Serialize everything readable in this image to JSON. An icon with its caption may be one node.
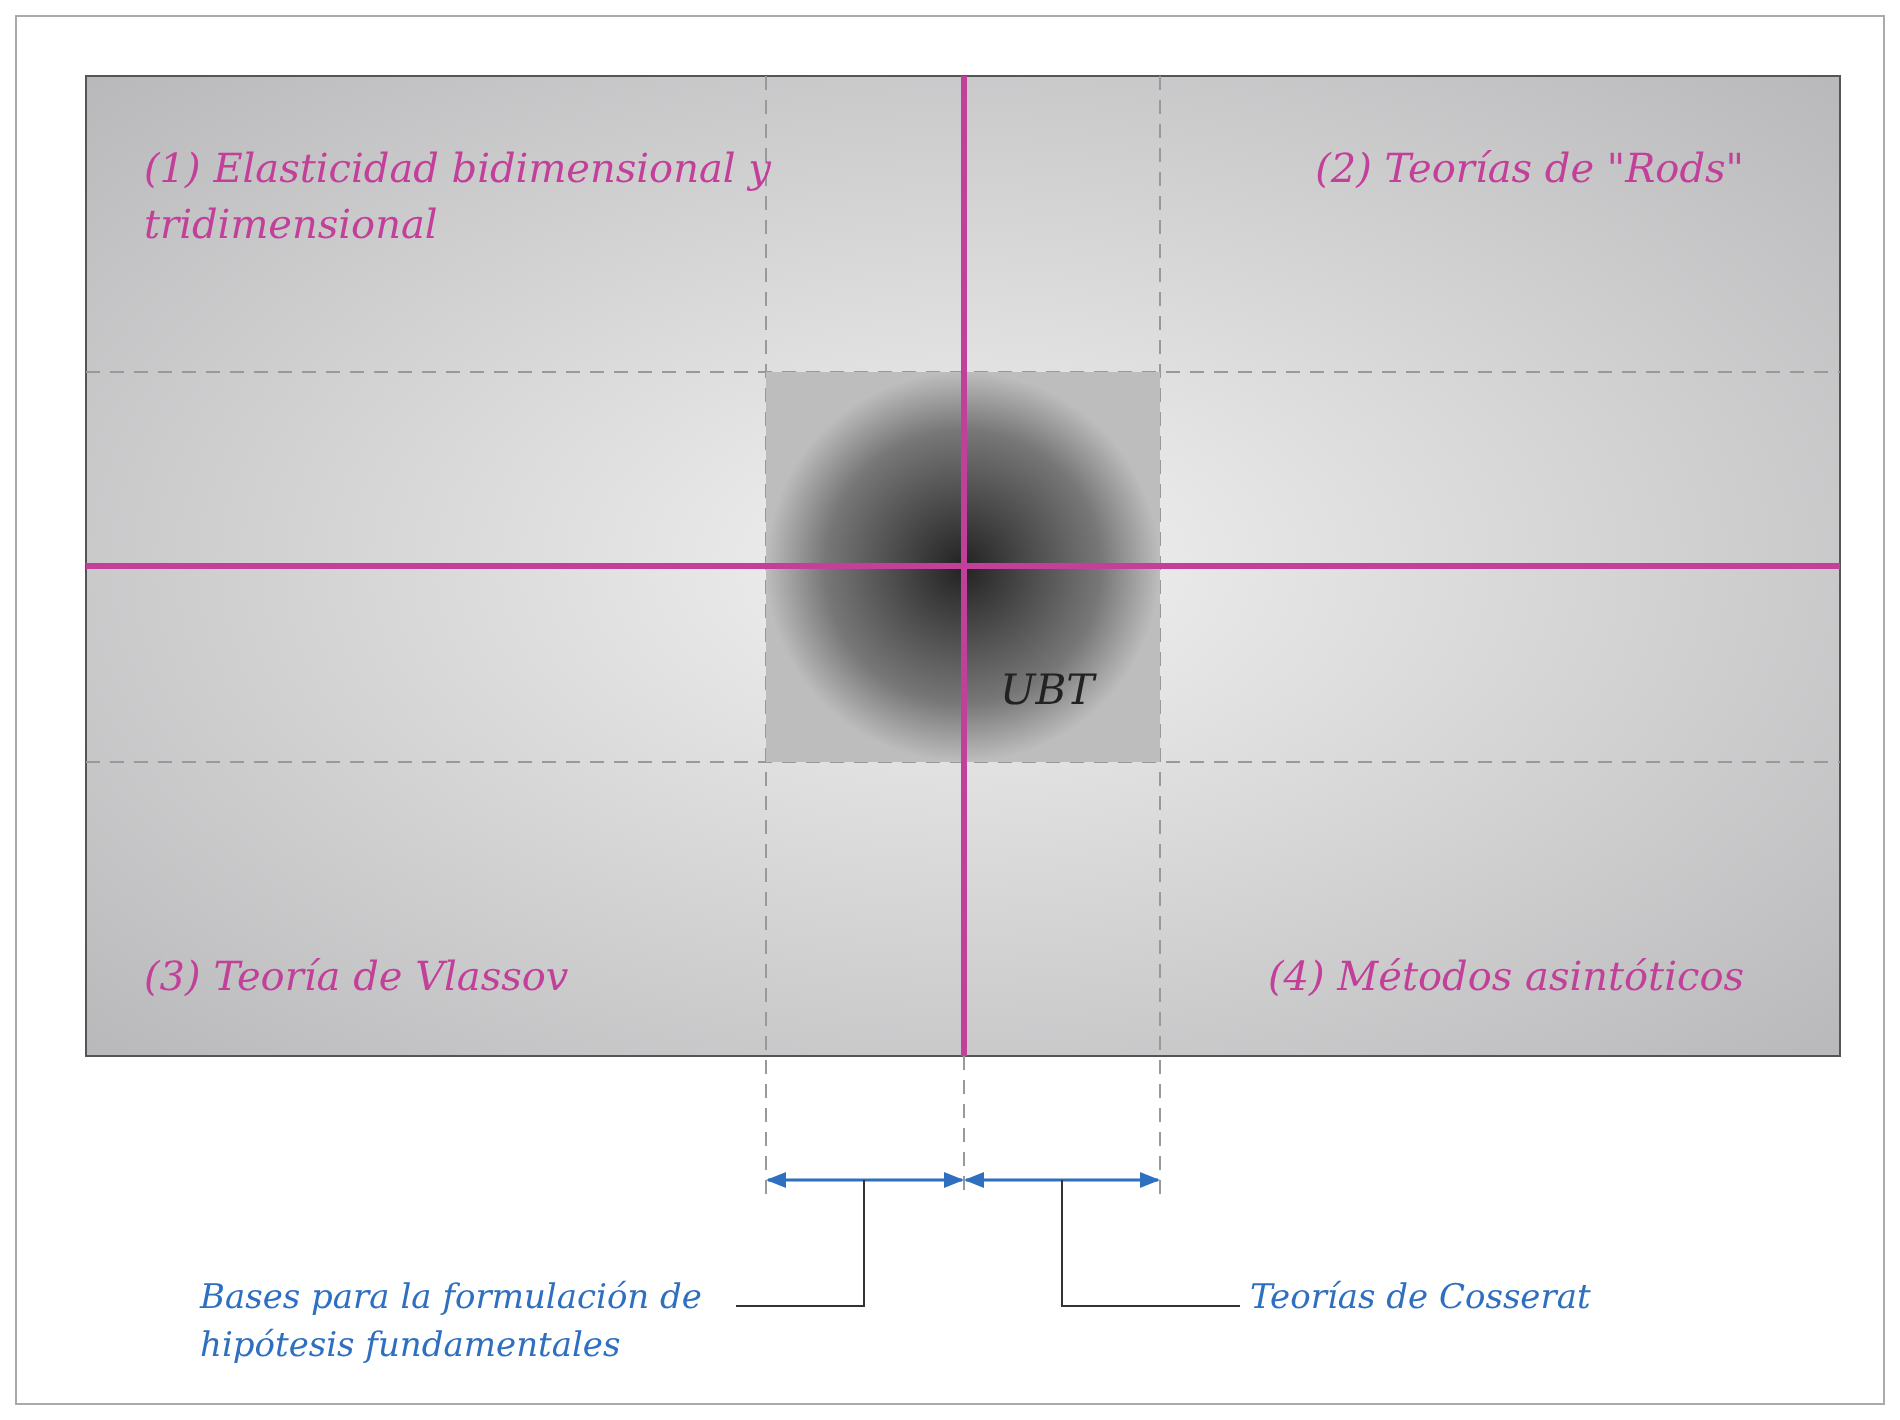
{
  "diagram": {
    "nodes": [
      {
        "text": [
          "UBT"
        ]
      },
      {
        "text": [
          "Bases para la formulación de hipótesis fundamentales"
        ]
      },
      {
        "text": [
          "Teorías de Cosserat"
        ]
      }
    ],
    "edges": [
      {
        "from": 1,
        "to": null,
        "arrow": "none"
      },
      {
        "from": 2,
        "to": null,
        "arrow": "none"
      }
    ],
    "labels": [
      "(1) Elasticidad bidimensional y tridimensional",
      "(2) Teorías de \"Rods\"",
      "(3) Teoría de Vlassov",
      "(4) Métodos asintóticos"
    ]
  }
}
